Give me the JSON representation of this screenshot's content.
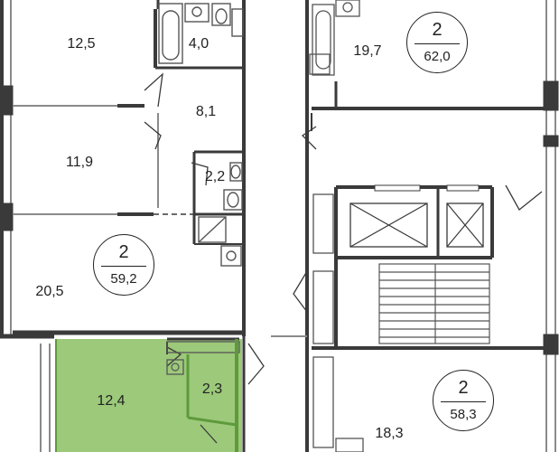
{
  "colors": {
    "wall": "#3a3a3a",
    "wall_light": "#8a8a8a",
    "highlight_fill": "#9cc97a",
    "highlight_stroke": "#5e9a3c",
    "fixture": "#555555"
  },
  "rooms": {
    "top_left_room": "12,5",
    "bath_top": "4,0",
    "hall_top": "8,1",
    "left_room_mid": "11,9",
    "wc_mid": "2,2",
    "left_room_bottom": "20,5",
    "green_room": "12,4",
    "green_bath": "2,3",
    "right_top_room": "19,7",
    "right_bottom_room": "18,3"
  },
  "apartments": {
    "left_mid": {
      "rooms": "2",
      "area": "59,2"
    },
    "right_top": {
      "rooms": "2",
      "area": "62,0"
    },
    "right_bottom": {
      "rooms": "2",
      "area": "58,3"
    }
  }
}
